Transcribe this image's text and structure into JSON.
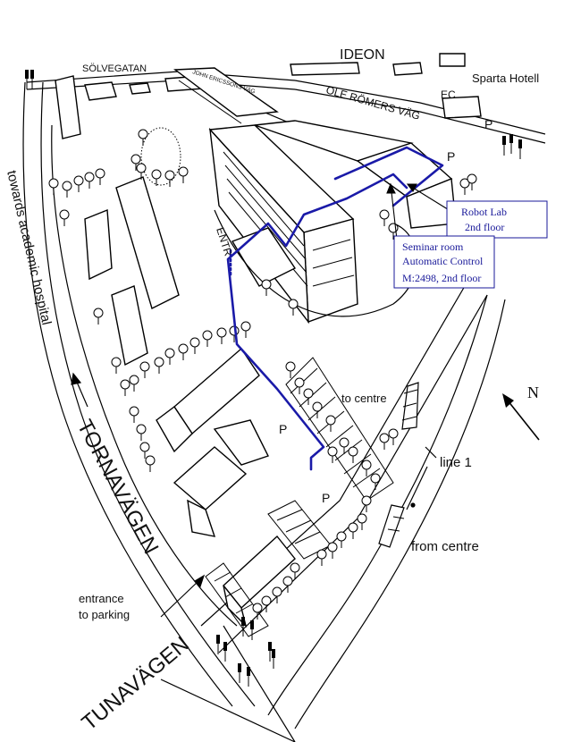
{
  "map": {
    "labels": {
      "ideon": "IDEON",
      "solvegatan": "SÖLVEGATAN",
      "john_ericssons_vag": "JOHN ERICSSONS VÄG",
      "sparta_hotell": "Sparta Hotell",
      "ole_romers_vag": "OLE RÖMERS VÄG",
      "ec": "EC",
      "towards_academic_hospital": "towards academic hospital",
      "tornavagen": "TORNAVÄGEN",
      "tunavagen": "TUNAVÄGEN",
      "entrance_to_parking_line1": "entrance",
      "entrance_to_parking_line2": "to parking",
      "to_centre": "to centre",
      "from_centre": "from centre",
      "line_1": "line 1",
      "north": "N",
      "entr": "ENTR",
      "parking_marks": [
        "P",
        "P",
        "P",
        "P"
      ]
    },
    "callouts": {
      "robot_lab_line1": "Robot Lab",
      "robot_lab_line2": "2nd floor",
      "seminar_line1": "Seminar room",
      "seminar_line2": "Automatic Control",
      "seminar_line3": "M:2498, 2nd floor"
    },
    "colors": {
      "route": "#1a1aa8",
      "callout_text": "#1a1a9a",
      "ink": "#000000",
      "background": "#ffffff"
    },
    "icons": [
      "north-arrow-icon",
      "bus-icon",
      "tree-icon",
      "parking-mark",
      "traffic-light-icon",
      "direction-arrow-icon"
    ]
  }
}
